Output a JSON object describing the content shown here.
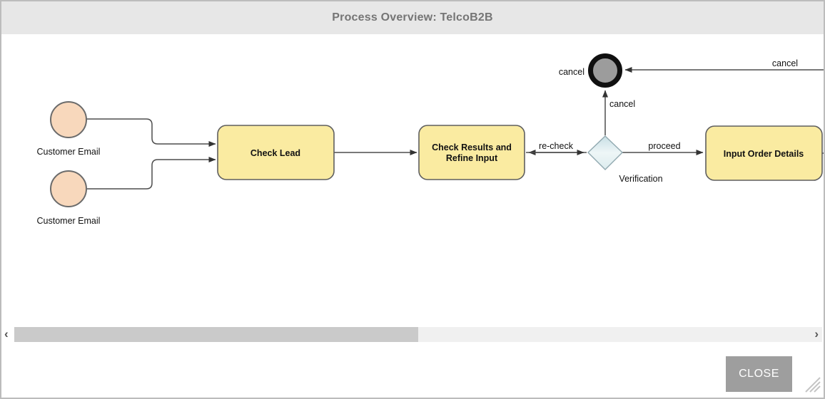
{
  "window": {
    "title": "Process Overview: TelcoB2B"
  },
  "diagram": {
    "nodes": {
      "start_email_1": "Customer Email",
      "start_email_2": "Customer Email",
      "check_lead": "Check Lead",
      "check_results_line1": "Check Results and",
      "check_results_line2": "Refine Input",
      "gateway_label": "Verification",
      "input_order": "Input Order Details",
      "end_cancel_label": "cancel"
    },
    "edges": {
      "recheck_label": "re-check",
      "proceed_label": "proceed",
      "cancel_up_label": "cancel",
      "cancel_top_label": "cancel"
    },
    "colors": {
      "task_fill": "#FAEBA1",
      "task_border": "#5F5F5F",
      "start_fill": "#F8D8BC",
      "start_border": "#6B6B6B",
      "end_fill": "#9C9C9C",
      "end_ring": "#111111",
      "gateway_tint": "#CFE3E8",
      "edge": "#4D4D4D",
      "titlebar_bg": "#E7E7E7",
      "close_button_bg": "#9E9E9E"
    }
  },
  "scrollbar": {
    "left_arrow": "‹",
    "right_arrow": "›"
  },
  "footer": {
    "close_label": "CLOSE"
  }
}
